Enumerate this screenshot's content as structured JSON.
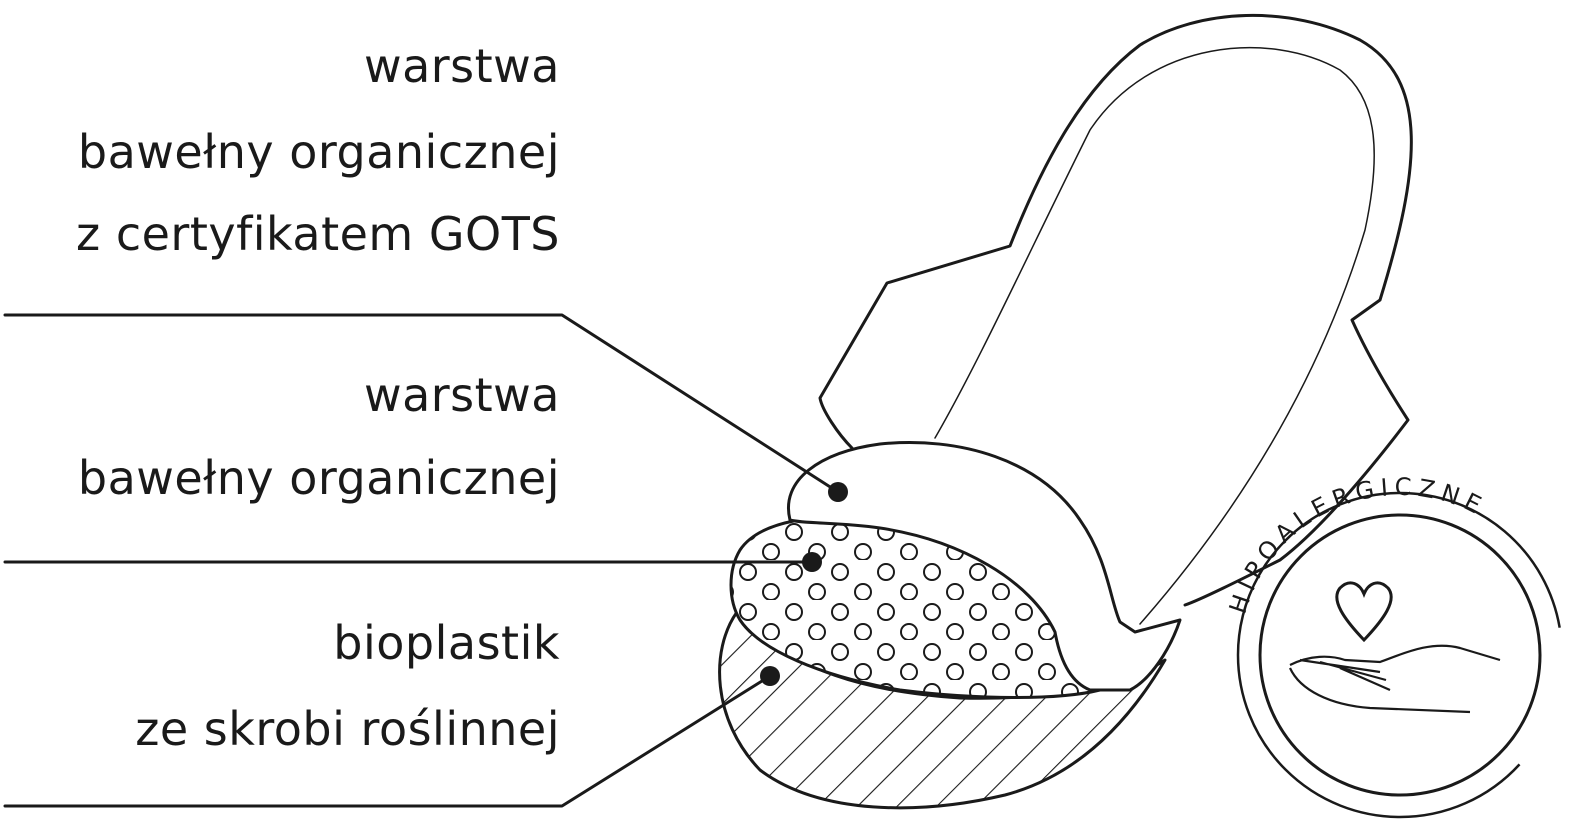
{
  "layers": [
    {
      "id": "top",
      "lines": [
        "warstwa",
        "bawełny organicznej",
        "z certyfikatem GOTS"
      ]
    },
    {
      "id": "middle",
      "lines": [
        "warstwa",
        "bawełny organicznej"
      ]
    },
    {
      "id": "bottom",
      "lines": [
        "bioplastik",
        "ze skrobi roślinnej"
      ]
    }
  ],
  "badge": {
    "text": "HIPOALERGICZNE",
    "icon": "heart-in-hand-icon"
  },
  "colors": {
    "ink": "#1a1a1a",
    "background": "#ffffff"
  }
}
